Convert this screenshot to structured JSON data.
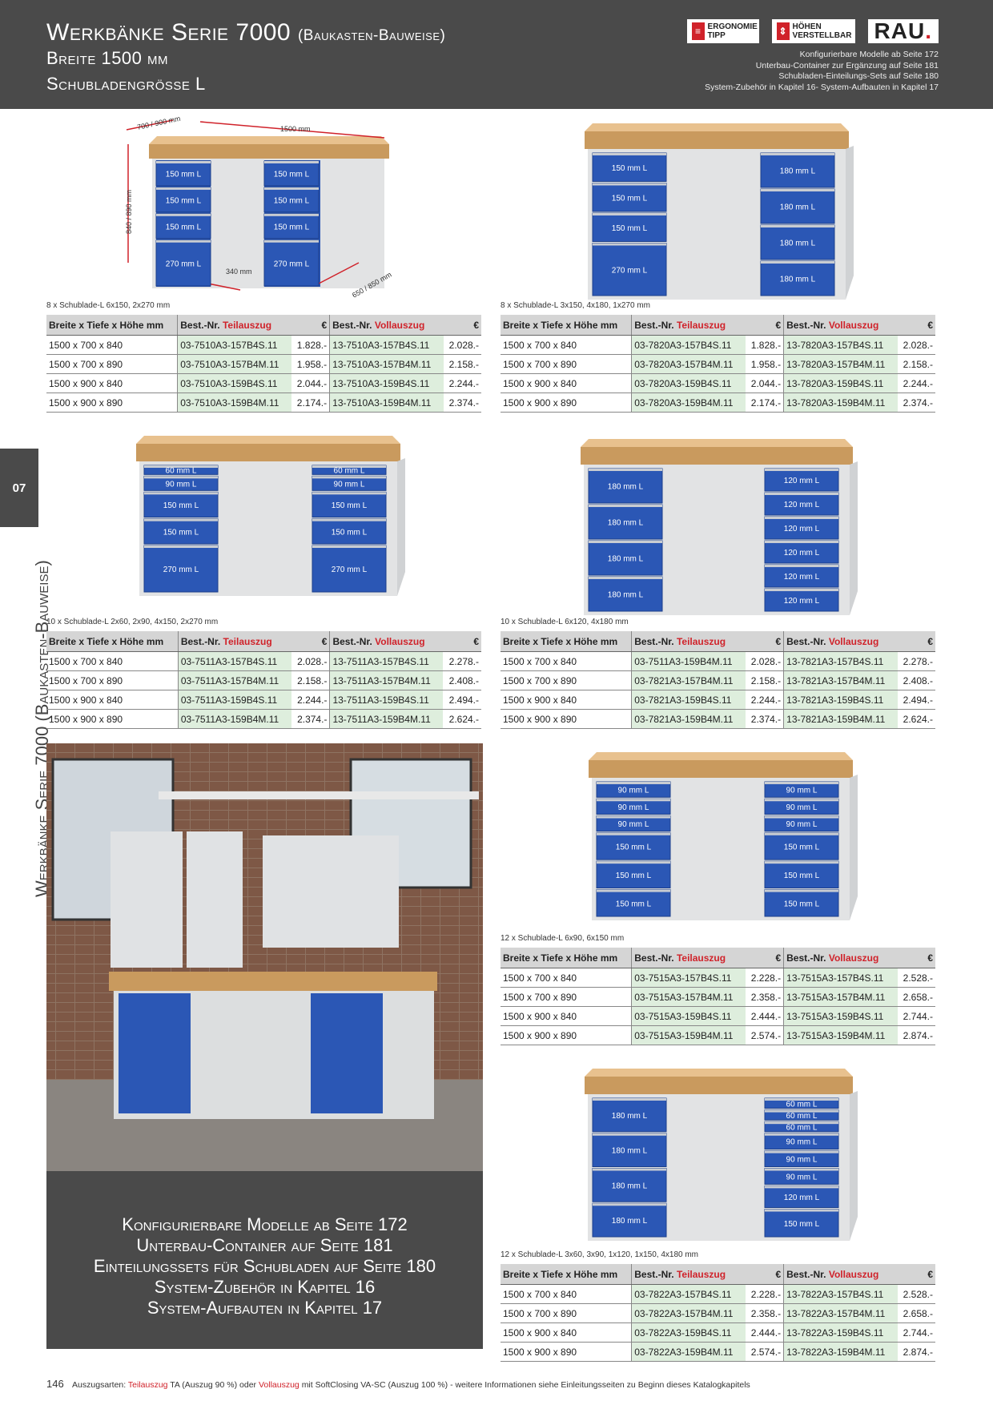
{
  "header": {
    "title_main": "Werkbänke Serie 7000",
    "title_sub": "(Baukasten-Bauweise)",
    "line2": "Breite 1500 mm",
    "line3": "Schubladengrösse L",
    "badge1": "ERGONOMIE TIPP",
    "badge2": "HÖHEN VERSTELLBAR",
    "logo": "RAU",
    "info": [
      "Konfigurierbare Modelle ab Seite 172",
      "Unterbau-Container zur Ergänzung auf Seite 181",
      "Schubladen-Einteilungs-Sets auf Seite 180",
      "System-Zubehör in Kapitel 16- System-Aufbauten in Kapitel 17"
    ]
  },
  "side": {
    "tab": "07",
    "text": "Werkbänke Serie 7000 (Baukasten-Bauweise)"
  },
  "table_headers": {
    "dims": "Breite x Tiefe x Höhe mm",
    "bestnr": "Best.-Nr.",
    "teil": "Teilauszug",
    "voll": "Vollauszug",
    "eur": "€"
  },
  "dimension_labels": {
    "depth_top": "700 / 900 mm",
    "width": "1500 mm",
    "height": "840 / 890 mm",
    "gap": "340 mm",
    "depth_bottom": "650 / 850 mm"
  },
  "products": [
    {
      "caption": "8 x Schublade-L 6x150, 2x270 mm",
      "left_drawers": [
        "150 mm L",
        "150 mm L",
        "150 mm L",
        "270 mm L"
      ],
      "right_drawers": [
        "150 mm L",
        "150 mm L",
        "150 mm L",
        "270 mm L"
      ],
      "rows": [
        {
          "dims": "1500 x 700 x 840",
          "teil_nr": "03-7510A3-157B4S.11",
          "teil_pr": "1.828.-",
          "voll_nr": "13-7510A3-157B4S.11",
          "voll_pr": "2.028.-"
        },
        {
          "dims": "1500 x 700 x 890",
          "teil_nr": "03-7510A3-157B4M.11",
          "teil_pr": "1.958.-",
          "voll_nr": "13-7510A3-157B4M.11",
          "voll_pr": "2.158.-"
        },
        {
          "dims": "1500 x 900 x 840",
          "teil_nr": "03-7510A3-159B4S.11",
          "teil_pr": "2.044.-",
          "voll_nr": "13-7510A3-159B4S.11",
          "voll_pr": "2.244.-"
        },
        {
          "dims": "1500 x 900 x 890",
          "teil_nr": "03-7510A3-159B4M.11",
          "teil_pr": "2.174.-",
          "voll_nr": "13-7510A3-159B4M.11",
          "voll_pr": "2.374.-"
        }
      ]
    },
    {
      "caption": "8 x Schublade-L 3x150, 4x180, 1x270 mm",
      "left_drawers": [
        "150 mm L",
        "150 mm L",
        "150 mm L",
        "270 mm L"
      ],
      "right_drawers": [
        "180 mm L",
        "180 mm L",
        "180 mm L",
        "180 mm L"
      ],
      "rows": [
        {
          "dims": "1500 x 700 x 840",
          "teil_nr": "03-7820A3-157B4S.11",
          "teil_pr": "1.828.-",
          "voll_nr": "13-7820A3-157B4S.11",
          "voll_pr": "2.028.-"
        },
        {
          "dims": "1500 x 700 x 890",
          "teil_nr": "03-7820A3-157B4M.11",
          "teil_pr": "1.958.-",
          "voll_nr": "13-7820A3-157B4M.11",
          "voll_pr": "2.158.-"
        },
        {
          "dims": "1500 x 900 x 840",
          "teil_nr": "03-7820A3-159B4S.11",
          "teil_pr": "2.044.-",
          "voll_nr": "13-7820A3-159B4S.11",
          "voll_pr": "2.244.-"
        },
        {
          "dims": "1500 x 900 x 890",
          "teil_nr": "03-7820A3-159B4M.11",
          "teil_pr": "2.174.-",
          "voll_nr": "13-7820A3-159B4M.11",
          "voll_pr": "2.374.-"
        }
      ]
    },
    {
      "caption": "10 x Schublade-L 2x60, 2x90, 4x150, 2x270 mm",
      "left_drawers": [
        "60 mm L",
        "90 mm L",
        "150 mm L",
        "150 mm L",
        "270 mm L"
      ],
      "right_drawers": [
        "60 mm L",
        "90 mm L",
        "150 mm L",
        "150 mm L",
        "270 mm L"
      ],
      "rows": [
        {
          "dims": "1500 x 700 x 840",
          "teil_nr": "03-7511A3-157B4S.11",
          "teil_pr": "2.028.-",
          "voll_nr": "13-7511A3-157B4S.11",
          "voll_pr": "2.278.-"
        },
        {
          "dims": "1500 x 700 x 890",
          "teil_nr": "03-7511A3-157B4M.11",
          "teil_pr": "2.158.-",
          "voll_nr": "13-7511A3-157B4M.11",
          "voll_pr": "2.408.-"
        },
        {
          "dims": "1500 x 900 x 840",
          "teil_nr": "03-7511A3-159B4S.11",
          "teil_pr": "2.244.-",
          "voll_nr": "13-7511A3-159B4S.11",
          "voll_pr": "2.494.-"
        },
        {
          "dims": "1500 x 900 x 890",
          "teil_nr": "03-7511A3-159B4M.11",
          "teil_pr": "2.374.-",
          "voll_nr": "13-7511A3-159B4M.11",
          "voll_pr": "2.624.-"
        }
      ]
    },
    {
      "caption": "10 x Schublade-L 6x120, 4x180 mm",
      "left_drawers": [
        "180 mm L",
        "180 mm L",
        "180 mm L",
        "180 mm L"
      ],
      "right_drawers": [
        "120 mm L",
        "120 mm L",
        "120 mm L",
        "120 mm L",
        "120 mm L",
        "120 mm L"
      ],
      "rows": [
        {
          "dims": "1500 x 700 x 840",
          "teil_nr": "03-7511A3-159B4M.11",
          "teil_pr": "2.028.-",
          "voll_nr": "13-7821A3-157B4S.11",
          "voll_pr": "2.278.-"
        },
        {
          "dims": "1500 x 700 x 890",
          "teil_nr": "03-7821A3-157B4M.11",
          "teil_pr": "2.158.-",
          "voll_nr": "13-7821A3-157B4M.11",
          "voll_pr": "2.408.-"
        },
        {
          "dims": "1500 x 900 x 840",
          "teil_nr": "03-7821A3-159B4S.11",
          "teil_pr": "2.244.-",
          "voll_nr": "13-7821A3-159B4S.11",
          "voll_pr": "2.494.-"
        },
        {
          "dims": "1500 x 900 x 890",
          "teil_nr": "03-7821A3-159B4M.11",
          "teil_pr": "2.374.-",
          "voll_nr": "13-7821A3-159B4M.11",
          "voll_pr": "2.624.-"
        }
      ]
    },
    {
      "caption": "12 x Schublade-L 6x90, 6x150 mm",
      "left_drawers": [
        "90 mm L",
        "90 mm L",
        "90 mm L",
        "150 mm L",
        "150 mm L",
        "150 mm L"
      ],
      "right_drawers": [
        "90 mm L",
        "90 mm L",
        "90 mm L",
        "150 mm L",
        "150 mm L",
        "150 mm L"
      ],
      "rows": [
        {
          "dims": "1500 x 700 x 840",
          "teil_nr": "03-7515A3-157B4S.11",
          "teil_pr": "2.228.-",
          "voll_nr": "13-7515A3-157B4S.11",
          "voll_pr": "2.528.-"
        },
        {
          "dims": "1500 x 700 x 890",
          "teil_nr": "03-7515A3-157B4M.11",
          "teil_pr": "2.358.-",
          "voll_nr": "13-7515A3-157B4M.11",
          "voll_pr": "2.658.-"
        },
        {
          "dims": "1500 x 900 x 840",
          "teil_nr": "03-7515A3-159B4S.11",
          "teil_pr": "2.444.-",
          "voll_nr": "13-7515A3-159B4S.11",
          "voll_pr": "2.744.-"
        },
        {
          "dims": "1500 x 900 x 890",
          "teil_nr": "03-7515A3-159B4M.11",
          "teil_pr": "2.574.-",
          "voll_nr": "13-7515A3-159B4M.11",
          "voll_pr": "2.874.-"
        }
      ]
    },
    {
      "caption": "12 x Schublade-L 3x60, 3x90, 1x120, 1x150, 4x180 mm",
      "left_drawers": [
        "180 mm L",
        "180 mm L",
        "180 mm L",
        "180 mm L"
      ],
      "right_drawers": [
        "60 mm L",
        "60 mm L",
        "60 mm L",
        "90 mm L",
        "90 mm L",
        "90 mm L",
        "120 mm L",
        "150 mm L"
      ],
      "rows": [
        {
          "dims": "1500 x 700 x 840",
          "teil_nr": "03-7822A3-157B4S.11",
          "teil_pr": "2.228.-",
          "voll_nr": "13-7822A3-157B4S.11",
          "voll_pr": "2.528.-"
        },
        {
          "dims": "1500 x 700 x 890",
          "teil_nr": "03-7822A3-157B4M.11",
          "teil_pr": "2.358.-",
          "voll_nr": "13-7822A3-157B4M.11",
          "voll_pr": "2.658.-"
        },
        {
          "dims": "1500 x 900 x 840",
          "teil_nr": "03-7822A3-159B4S.11",
          "teil_pr": "2.444.-",
          "voll_nr": "13-7822A3-159B4S.11",
          "voll_pr": "2.744.-"
        },
        {
          "dims": "1500 x 900 x 890",
          "teil_nr": "03-7822A3-159B4M.11",
          "teil_pr": "2.574.-",
          "voll_nr": "13-7822A3-159B4M.11",
          "voll_pr": "2.874.-"
        }
      ]
    }
  ],
  "promo": [
    "Konfigurierbare Modelle ab Seite 172",
    "Unterbau-Container auf Seite 181",
    "Einteilungssets für Schubladen auf Seite 180",
    "System-Zubehör in Kapitel 16",
    "System-Aufbauten in Kapitel 17"
  ],
  "footer": {
    "page": "146",
    "t1": "Auszugsarten:",
    "teil": "Teilauszug",
    "t2": "TA (Auszug 90 %)  oder",
    "voll": "Vollauszug",
    "t3": "mit SoftClosing VA-SC (Auszug 100 %) -  weitere Informationen siehe Einleitungsseiten zu Beginn dieses Katalogkapitels"
  },
  "colors": {
    "header": "#4a4a4a",
    "drawer": "#2b57b5",
    "accent": "#d0222a",
    "worktop": "#c99a5e",
    "cabinet": "#e2e3e4"
  }
}
